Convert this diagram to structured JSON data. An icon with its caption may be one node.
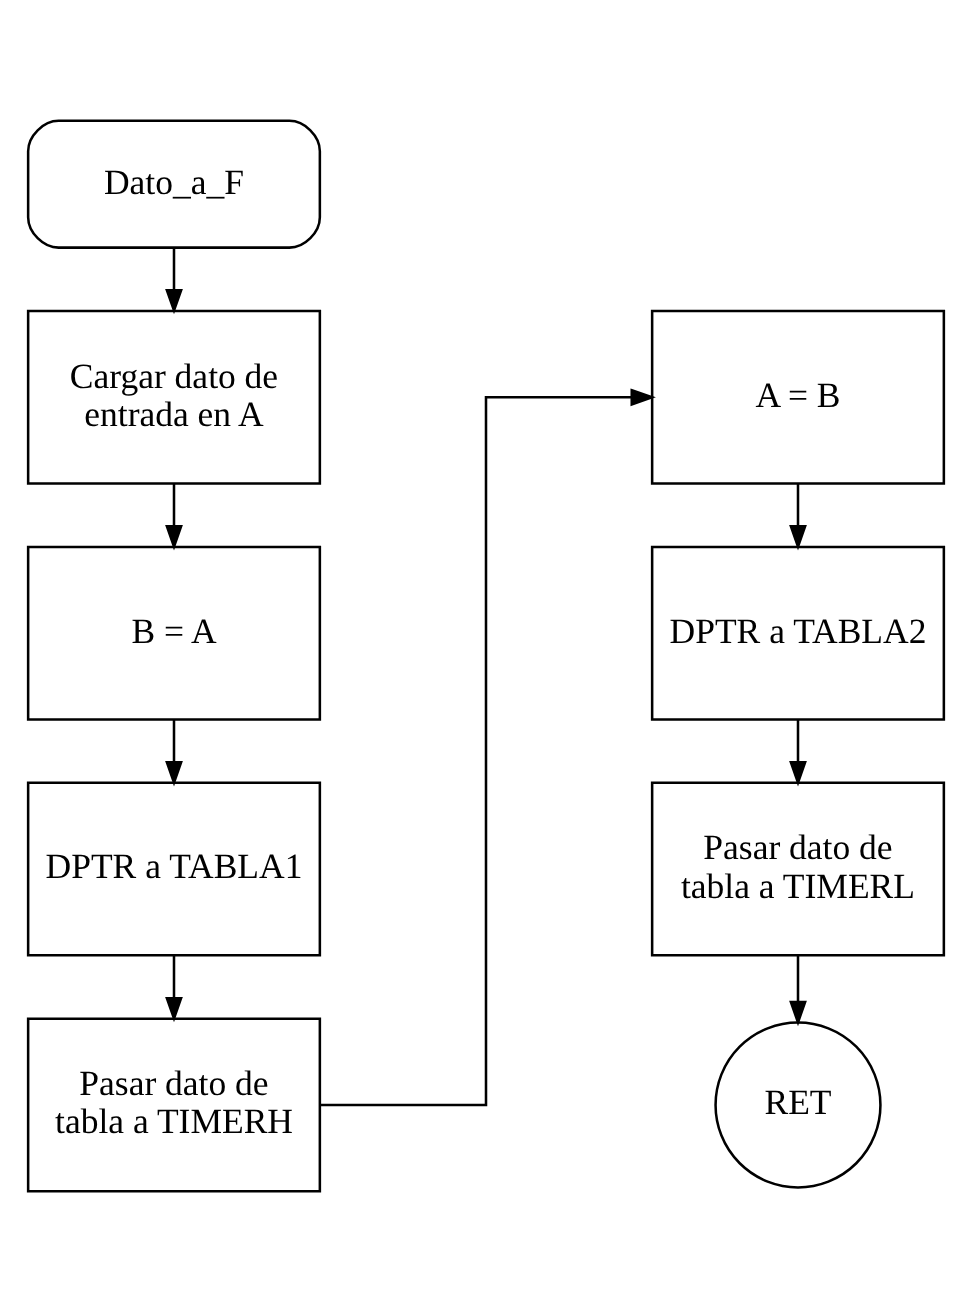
{
  "diagram": {
    "nodes": [
      {
        "text": [
          "Dato_a_F"
        ]
      },
      {
        "text": [
          "Cargar dato de entrada en A"
        ]
      },
      {
        "text": [
          "B = A"
        ]
      },
      {
        "text": [
          "DPTR a TABLA1"
        ]
      },
      {
        "text": [
          "Pasar dato de tabla a TIMERH"
        ]
      },
      {
        "text": [
          "A = B"
        ]
      },
      {
        "text": [
          "DPTR a TABLA2"
        ]
      },
      {
        "text": [
          "Pasar dato de tabla a TIMERL"
        ]
      },
      {
        "text": [
          "RET"
        ]
      }
    ],
    "edges": [
      {
        "from": 0,
        "to": 1,
        "arrow": "to"
      },
      {
        "from": 1,
        "to": 2,
        "arrow": "to"
      },
      {
        "from": 2,
        "to": 3,
        "arrow": "to"
      },
      {
        "from": 3,
        "to": 4,
        "arrow": "to"
      },
      {
        "from": 4,
        "to": 5,
        "arrow": "to"
      },
      {
        "from": 5,
        "to": 6,
        "arrow": "to"
      },
      {
        "from": 6,
        "to": 7,
        "arrow": "to"
      },
      {
        "from": 7,
        "to": 8,
        "arrow": "to"
      }
    ]
  }
}
